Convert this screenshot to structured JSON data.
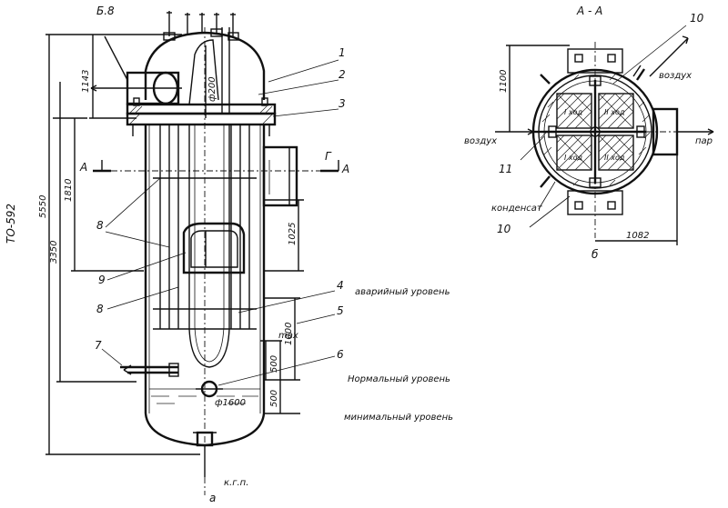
{
  "document_code": "ТО-592",
  "callouts": [
    "1",
    "2",
    "3",
    "4",
    "5",
    "6",
    "7",
    "8",
    "9",
    "10",
    "11"
  ],
  "callout_b8": "Б.8",
  "callout_8_lower": "8",
  "callout_8_upper": "8",
  "callout_10_bottom": "10",
  "section_mark": "А",
  "section_mark_right": "А",
  "section_title": "А - А",
  "view_arrow_g": "Г",
  "view_letter_bottom": "а",
  "view_letter_section": "б",
  "drain_label": "к.г.п.",
  "dimensions": {
    "height_total": "5550",
    "height_lower": "3350",
    "height_top": "1143",
    "height_mid": "1810",
    "height_nozzle": "1025",
    "level_1000": "1000",
    "level_500a": "500",
    "level_500b": "500",
    "diameter": "ф1600",
    "tube": "ф200",
    "max": "max",
    "section_1100": "1100",
    "section_1082": "1082"
  },
  "labels": {
    "emergency_level": "аварийный уровень",
    "normal_level": "Нормальный уровень",
    "min_level": "минимальный уровень",
    "air_right": "воздух",
    "air_left": "воздух",
    "steam": "пар",
    "condensate": "конденсат",
    "hod1": "I ход",
    "hod2": "II ход",
    "hod3": "I ход",
    "hod4": "II ход"
  },
  "colors": {
    "ink": "#111111",
    "paper": "#ffffff"
  }
}
